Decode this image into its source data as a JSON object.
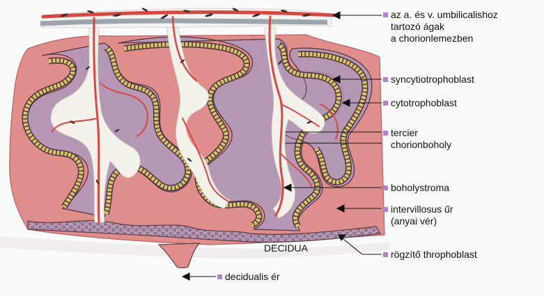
{
  "colors": {
    "maternal_blood": "#df8e8c",
    "maternal_blood_dark": "#c96f6f",
    "stroma": "#f3f1ea",
    "syncytio": "#d9c26a",
    "cyto_border": "#5a3a45",
    "trophoblast": "#b598b4",
    "vessel": "#d8473f",
    "bullet": "#b184c5",
    "stem": "#9aa5ad"
  },
  "labels": {
    "umbilical_branches": "az a. és v. umbilicalishoz\ntartozó ágak\na chorionlemezben",
    "syncytiotrophoblast": "syncytiotrophoblast",
    "cytotrophoblast": "cytotrophoblast",
    "tertiary_villus": "tercier\nchorionboholy",
    "villus_stroma": "boholystroma",
    "intervillous_space": "intervillosus űr\n(anyai vér)",
    "anchoring_trophoblast": "rögzítő throphoblast",
    "decidual_vessel": "decidualis ér",
    "decidua": "DECIDUA"
  }
}
